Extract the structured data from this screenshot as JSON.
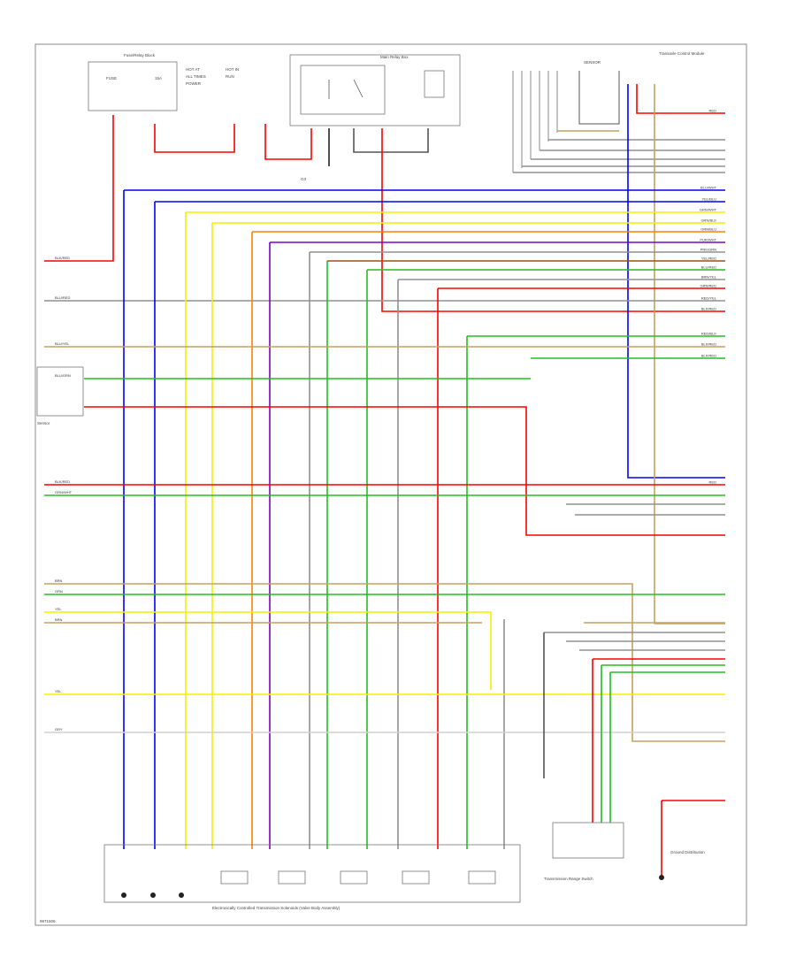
{
  "page": {
    "footer_code": "9971506"
  },
  "components": {
    "fuse_box": "Fuse/Relay Block",
    "relay_group": "Main Relay Box",
    "connector_block": "Transaxle Control Module",
    "ground_label": "G3",
    "spark_sensor": "Sensor",
    "solenoid_module": "Electronically Controlled Transmission Solenoids (Valve Body Assembly)",
    "range_switch": "Transmission Range Switch",
    "bottom_right_ground": "Ground Distribution"
  },
  "wire_colors": {
    "red": "#ff0000",
    "blue": "#0000ff",
    "yellow": "#f2f200",
    "orange": "#ff8000",
    "purple": "#8000c0",
    "green": "#20c020",
    "tan": "#c8a060",
    "brown": "#a05010",
    "gray": "#909090",
    "black": "#222222",
    "pink": "#ff80c0",
    "lightblue": "#00c0ff"
  },
  "right_labels": [
    "RED",
    "BLU/WHT",
    "YEL/BLU",
    "GRN/WHT",
    "GRN/BLK",
    "ORN/BLU",
    "PUR/WHT",
    "PNK/GRN",
    "YEL/RED",
    "BLU/RED",
    "BRN/YEL",
    "GRN/RED",
    "RED/YEL",
    "BLK/RED",
    "RED/BLK",
    "BLK/RED",
    "BLK/RED",
    "RED"
  ],
  "left_labels": [
    "BLK/RED",
    "BLU/RED",
    "BLU/YEL",
    "BLU/GRN",
    "BLK/RED",
    "GRN/WHT",
    "BRN",
    "GRN",
    "YEL",
    "BRN",
    "YEL",
    "GRY"
  ]
}
